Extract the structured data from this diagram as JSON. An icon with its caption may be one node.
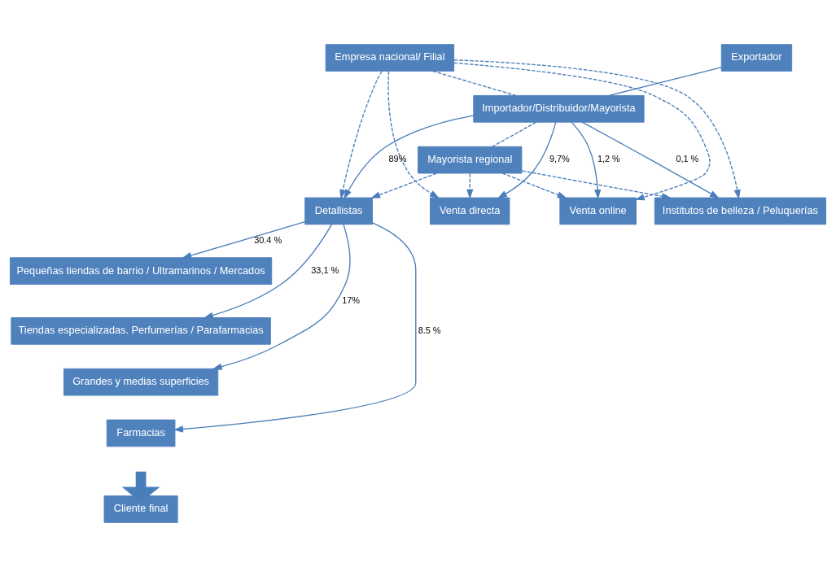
{
  "diagram": {
    "nodes": [
      {
        "text": [
          "Exportador"
        ]
      },
      {
        "text": [
          "Empresa nacional/ Filial"
        ]
      },
      {
        "text": [
          "Importador/Distribuidor/Mayorista"
        ]
      },
      {
        "text": [
          "Mayorista regional"
        ]
      },
      {
        "text": [
          "Detallistas"
        ]
      },
      {
        "text": [
          "Venta directa"
        ]
      },
      {
        "text": [
          "Venta online"
        ]
      },
      {
        "text": [
          "Institutos de belleza / Peluquerías"
        ]
      },
      {
        "text": [
          "Pequeñas tiendas de barrio / Ultramarinos / Mercados"
        ]
      },
      {
        "text": [
          "Tiendas especializadas. Perfumerías / Parafarmacias"
        ]
      },
      {
        "text": [
          "Grandes y medias superficies"
        ]
      },
      {
        "text": [
          "Farmacias"
        ]
      },
      {
        "text": [
          "Cliente final"
        ]
      }
    ],
    "edges": [
      {
        "from": 0,
        "to": 2,
        "arrow": "none"
      },
      {
        "from": 1,
        "to": 2,
        "arrow": "none",
        "style": "dashed"
      },
      {
        "from": 2,
        "to": 3,
        "arrow": "none",
        "style": "dashed"
      },
      {
        "from": 2,
        "to": 4,
        "arrow": "to",
        "label": "89%"
      },
      {
        "from": 2,
        "to": 5,
        "arrow": "to",
        "label": "9,7%"
      },
      {
        "from": 2,
        "to": 6,
        "arrow": "to",
        "label": "1,2 %"
      },
      {
        "from": 2,
        "to": 7,
        "arrow": "to",
        "label": "0,1 %"
      },
      {
        "from": 3,
        "to": 4,
        "arrow": "to",
        "style": "dashed"
      },
      {
        "from": 3,
        "to": 5,
        "arrow": "to",
        "style": "dashed"
      },
      {
        "from": 3,
        "to": 6,
        "arrow": "to",
        "style": "dashed"
      },
      {
        "from": 3,
        "to": 7,
        "arrow": "to",
        "style": "dashed"
      },
      {
        "from": 1,
        "to": 4,
        "arrow": "to",
        "style": "dashed"
      },
      {
        "from": 1,
        "to": 5,
        "arrow": "to",
        "style": "dashed"
      },
      {
        "from": 1,
        "to": 6,
        "arrow": "to",
        "style": "dashed"
      },
      {
        "from": 1,
        "to": 7,
        "arrow": "to",
        "style": "dashed"
      },
      {
        "from": 4,
        "to": 8,
        "arrow": "to",
        "label": "30.4 %"
      },
      {
        "from": 4,
        "to": 9,
        "arrow": "to",
        "label": "33,1 %"
      },
      {
        "from": 4,
        "to": 10,
        "arrow": "to",
        "label": "17%"
      },
      {
        "from": 4,
        "to": 11,
        "arrow": "to",
        "label": "8.5 %"
      },
      {
        "from": null,
        "to": 12,
        "arrow": "to",
        "style": "thick"
      }
    ]
  }
}
